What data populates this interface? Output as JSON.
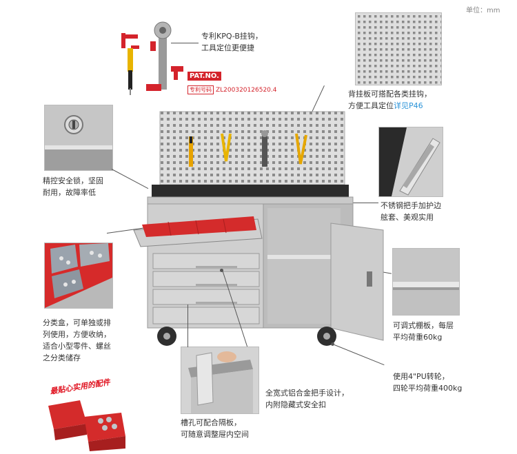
{
  "unit_label": "单位：mm",
  "callouts": {
    "hook": {
      "lines": [
        "专利KPQ-B挂钩，",
        "工具定位更便捷"
      ]
    },
    "patent": {
      "label": "PAT.NO.",
      "cn": "专利号码",
      "number": "ZL200320126520.4"
    },
    "pegboard": {
      "line1": "背挂板可搭配各类挂钩，",
      "line2_prefix": "方便工具定位",
      "line2_link": "详见P46"
    },
    "lock": {
      "lines": [
        "精控安全锁，坚固",
        "耐用，故障率低"
      ]
    },
    "handle": {
      "lines": [
        "不锈钢把手加护边",
        "舷套、美观实用"
      ]
    },
    "bins": {
      "lines": [
        "分类盒，可单独或排",
        "列使用，方便收纳，",
        "适合小型零件、螺丝",
        "之分类储存"
      ]
    },
    "shelf": {
      "lines": [
        "可调式棚板，每层",
        "平均荷重60kg"
      ]
    },
    "wheel": {
      "lines": [
        "使用4\"PU转轮，",
        "四轮平均荷重400kg"
      ]
    },
    "drawer_handle": {
      "lines": [
        "全宽式铝合金把手设计，",
        "内附隐藏式安全扣"
      ]
    },
    "divider": {
      "lines": [
        "槽孔可配合隔板，",
        "可随意调整屉内空间"
      ]
    },
    "accessories": {
      "title": "最贴心实用的配件"
    }
  },
  "colors": {
    "accent_red": "#d4232b",
    "link_blue": "#2a93d8",
    "steel": "#c8c8c8",
    "panel": "#dcdcdc"
  }
}
